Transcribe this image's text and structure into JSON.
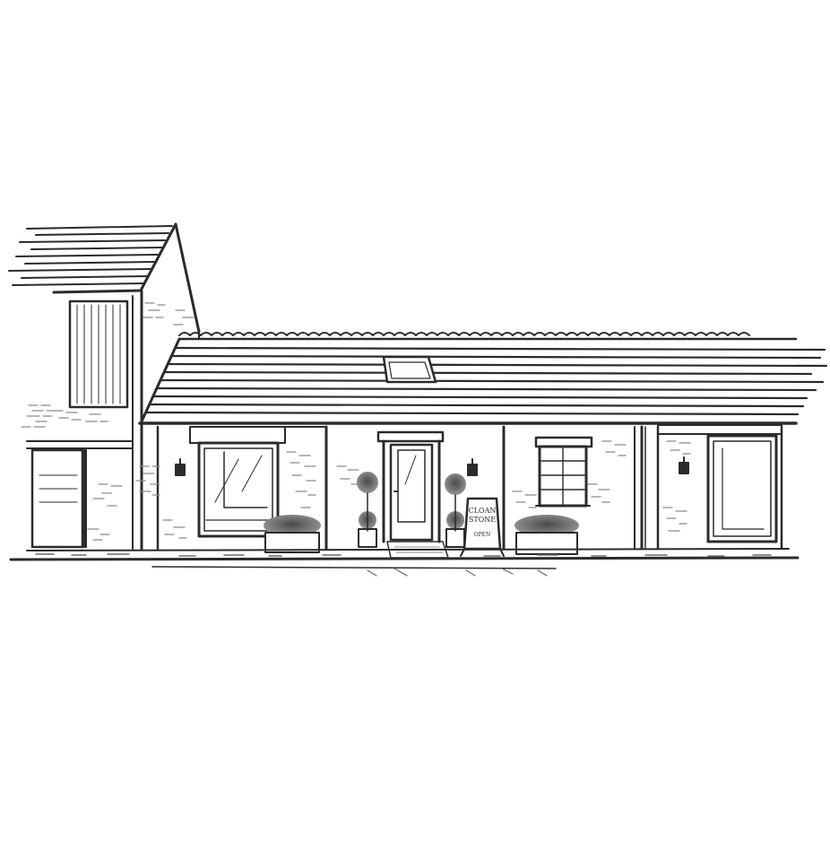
{
  "illustration": {
    "subject": "cottage-shop-facade-sketch",
    "style": "pen-and-ink",
    "colors": {
      "ink": "#2b2b2b",
      "paper": "#ffffff",
      "shrub": "#6f6f6f",
      "brick": "#8a8a8a"
    },
    "sign": {
      "line1": "CLOAN",
      "line2": "STONE",
      "line3": "OPEN"
    }
  }
}
